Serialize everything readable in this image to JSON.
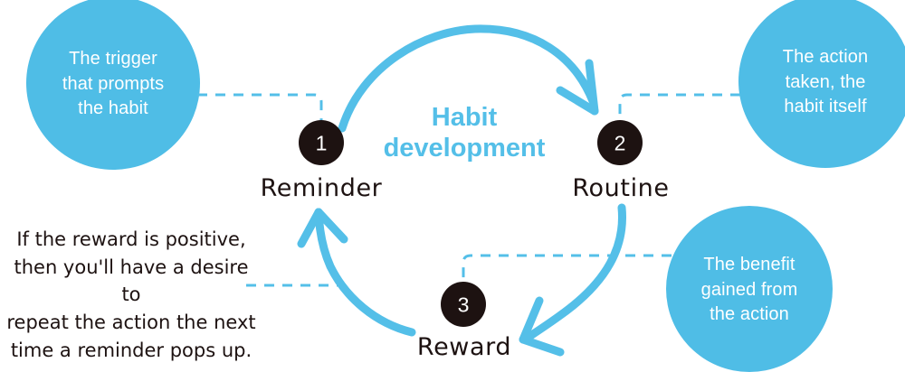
{
  "diagram": {
    "title": "Habit development",
    "center_title_lines": "Habit\ndevelopment",
    "colors": {
      "accent_blue": "#54bfe8",
      "bubble_blue": "#4fbde6",
      "node_dark": "#1d1211",
      "text_white": "#ffffff",
      "background": "#ffffff"
    }
  },
  "nodes": [
    {
      "number": "1",
      "label": "Reminder"
    },
    {
      "number": "2",
      "label": "Routine"
    },
    {
      "number": "3",
      "label": "Reward"
    }
  ],
  "bubbles": [
    {
      "id": "reminder-bubble",
      "text": "The trigger\nthat prompts\nthe habit",
      "connects_to": "Reminder"
    },
    {
      "id": "routine-bubble",
      "text": "The action\ntaken, the\nhabit itself",
      "connects_to": "Routine"
    },
    {
      "id": "reward-bubble",
      "text": "The benefit\ngained from\nthe action",
      "connects_to": "Reward"
    }
  ],
  "note": {
    "text": "If the reward is positive,\nthen you'll have a desire to\nrepeat the action the next\ntime a reminder pops up."
  },
  "arrows": [
    {
      "id": "reminder-to-routine",
      "from": "Reminder",
      "to": "Routine"
    },
    {
      "id": "routine-to-reward",
      "from": "Routine",
      "to": "Reward"
    },
    {
      "id": "reward-to-reminder",
      "from": "Reward",
      "to": "Reminder"
    }
  ]
}
